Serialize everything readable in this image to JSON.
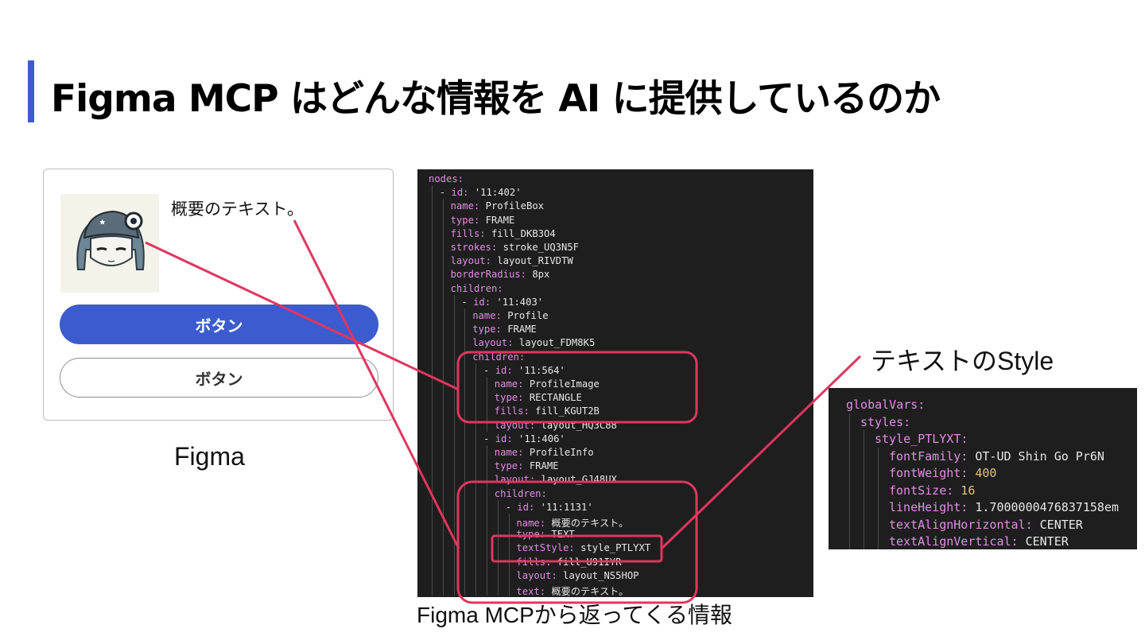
{
  "slide": {
    "title": "Figma MCP はどんな情報を AI に提供しているのか",
    "accent_color": "#3c5bcf",
    "highlight_color": "#e0365f"
  },
  "figma_card": {
    "summary_text": "概要のテキスト。",
    "primary_button": "ボタン",
    "secondary_button": "ボタン"
  },
  "captions": {
    "figma": "Figma",
    "mcp_response": "Figma MCPから返ってくる情報",
    "text_style": "テキストのStyle"
  },
  "code_main": {
    "lines": [
      {
        "indent": 0,
        "text": "nodes:"
      },
      {
        "indent": 1,
        "text": "- id: '11:402'"
      },
      {
        "indent": 2,
        "text": "name: ProfileBox"
      },
      {
        "indent": 2,
        "text": "type: FRAME"
      },
      {
        "indent": 2,
        "text": "fills: fill_DKB3O4"
      },
      {
        "indent": 2,
        "text": "strokes: stroke_UQ3N5F"
      },
      {
        "indent": 2,
        "text": "layout: layout_RIVDTW"
      },
      {
        "indent": 2,
        "text": "borderRadius: 8px"
      },
      {
        "indent": 2,
        "text": "children:"
      },
      {
        "indent": 3,
        "text": "- id: '11:403'"
      },
      {
        "indent": 4,
        "text": "name: Profile"
      },
      {
        "indent": 4,
        "text": "type: FRAME"
      },
      {
        "indent": 4,
        "text": "layout: layout_FDM8K5"
      },
      {
        "indent": 4,
        "text": "children:"
      },
      {
        "indent": 5,
        "text": "- id: '11:564'"
      },
      {
        "indent": 6,
        "text": "name: ProfileImage"
      },
      {
        "indent": 6,
        "text": "type: RECTANGLE"
      },
      {
        "indent": 6,
        "text": "fills: fill_KGUT2B"
      },
      {
        "indent": 6,
        "text": "layout: layout_HQ3C88"
      },
      {
        "indent": 5,
        "text": "- id: '11:406'"
      },
      {
        "indent": 6,
        "text": "name: ProfileInfo"
      },
      {
        "indent": 6,
        "text": "type: FRAME"
      },
      {
        "indent": 6,
        "text": "layout: layout_GJ48UX"
      },
      {
        "indent": 6,
        "text": "children:"
      },
      {
        "indent": 7,
        "text": "- id: '11:1131'"
      },
      {
        "indent": 8,
        "text": "name: 概要のテキスト。"
      },
      {
        "indent": 8,
        "text": "type: TEXT"
      },
      {
        "indent": 8,
        "text": "textStyle: style_PTLYXT"
      },
      {
        "indent": 8,
        "text": "fills: fill_U91IYR"
      },
      {
        "indent": 8,
        "text": "layout: layout_NS5HOP"
      },
      {
        "indent": 8,
        "text": "text: 概要のテキスト。"
      }
    ]
  },
  "code_style": {
    "lines": [
      {
        "indent": 0,
        "text": "globalVars:"
      },
      {
        "indent": 1,
        "text": "styles:"
      },
      {
        "indent": 2,
        "text": "style_PTLYXT:"
      },
      {
        "indent": 3,
        "text": "fontFamily: OT-UD Shin Go Pr6N"
      },
      {
        "indent": 3,
        "text": "fontWeight: 400"
      },
      {
        "indent": 3,
        "text": "fontSize: 16"
      },
      {
        "indent": 3,
        "text": "lineHeight: 1.7000000476837158em"
      },
      {
        "indent": 3,
        "text": "textAlignHorizontal: CENTER"
      },
      {
        "indent": 3,
        "text": "textAlignVertical: CENTER"
      }
    ]
  }
}
